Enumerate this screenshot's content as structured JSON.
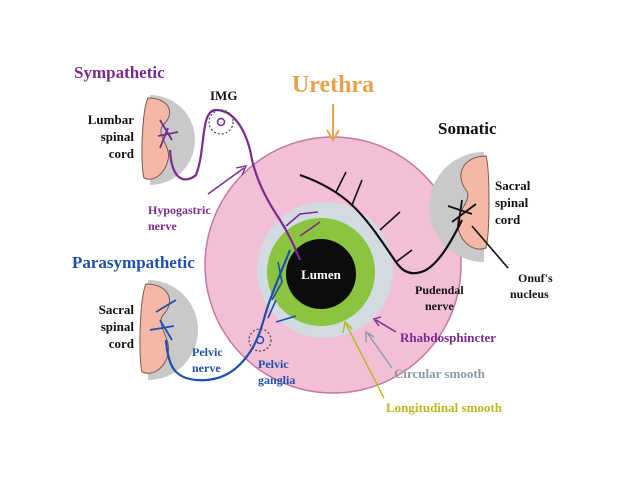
{
  "title": "Urethra",
  "labels": {
    "sympathetic": "Sympathetic",
    "parasympathetic": "Parasympathetic",
    "somatic": "Somatic",
    "img": "IMG",
    "lumbar_1": "Lumbar",
    "lumbar_2": "spinal",
    "lumbar_3": "cord",
    "sacral_left_1": "Sacral",
    "sacral_left_2": "spinal",
    "sacral_left_3": "cord",
    "sacral_right_1": "Sacral",
    "sacral_right_2": "spinal",
    "sacral_right_3": "cord",
    "hypogastric_1": "Hypogastric",
    "hypogastric_2": "nerve",
    "pelvic_nerve_1": "Pelvic",
    "pelvic_nerve_2": "nerve",
    "pelvic_ganglia_1": "Pelvic",
    "pelvic_ganglia_2": "ganglia",
    "pudendal_1": "Pudendal",
    "pudendal_2": "nerve",
    "onuf_1": "Onuf's",
    "onuf_2": "nucleus",
    "lumen": "Lumen",
    "rhabdosphincter": "Rhabdosphincter",
    "circular_smooth": "Circular smooth",
    "longitudinal_smooth": "Longitudinal smooth"
  },
  "colors": {
    "sympathetic": "#7b2a8e",
    "parasympathetic": "#1f4fae",
    "somatic": "#111111",
    "urethra_title": "#e8a24a",
    "rhabdosphincter_layer": "#f2bfd6",
    "circular_layer": "#d3dbe2",
    "longitudinal_layer": "#8bc43f",
    "lumen": "#0c0c0c",
    "cord_tissue": "#f5b8a6",
    "cord_background": "#c9c9c9",
    "circular_text": "#8a9aa4",
    "longitudinal_text": "#b8b81a"
  }
}
